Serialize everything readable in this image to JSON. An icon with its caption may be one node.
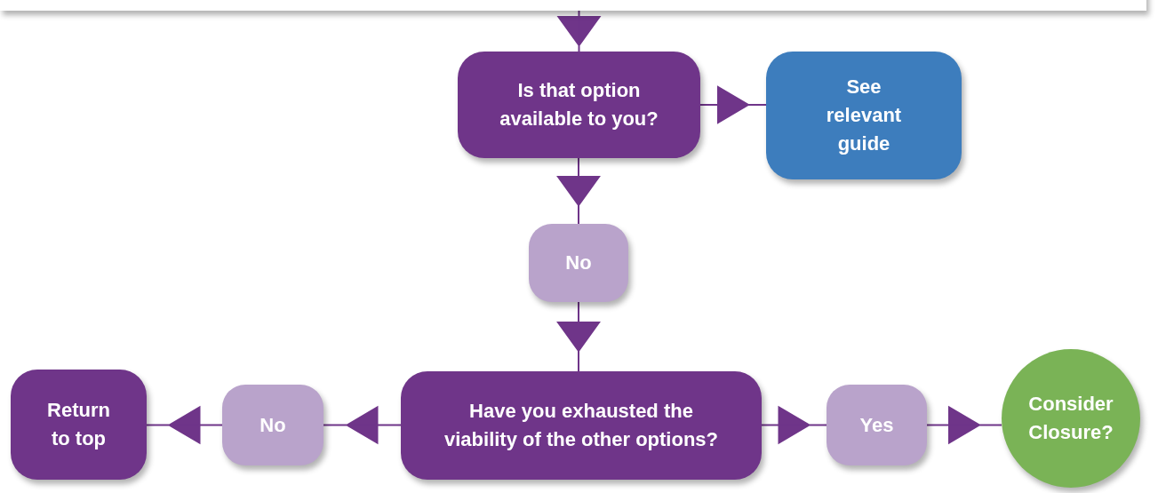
{
  "diagram": {
    "nodes": [
      {
        "text": [],
        "shape": "box"
      },
      {
        "text": [
          "Is that option available to you?"
        ]
      },
      {
        "text": [
          "See relevant guide"
        ]
      },
      {
        "text": [
          "No"
        ]
      },
      {
        "text": [
          "Have you exhausted the viability of the other options?"
        ]
      },
      {
        "text": [
          "No"
        ]
      },
      {
        "text": [
          "Return to top"
        ]
      },
      {
        "text": [
          "Yes"
        ]
      },
      {
        "text": [
          "Consider Closure?"
        ]
      }
    ],
    "edges": [
      {
        "from": 0,
        "to": 1,
        "arrow": "to"
      },
      {
        "from": 1,
        "to": 2,
        "arrow": "to"
      },
      {
        "from": 1,
        "to": 3,
        "arrow": "to"
      },
      {
        "from": 3,
        "to": 4,
        "arrow": "to"
      },
      {
        "from": 4,
        "to": 5,
        "arrow": "to"
      },
      {
        "from": 5,
        "to": 6,
        "arrow": "to"
      },
      {
        "from": 4,
        "to": 7,
        "arrow": "to"
      },
      {
        "from": 7,
        "to": 8,
        "arrow": "to"
      }
    ]
  }
}
